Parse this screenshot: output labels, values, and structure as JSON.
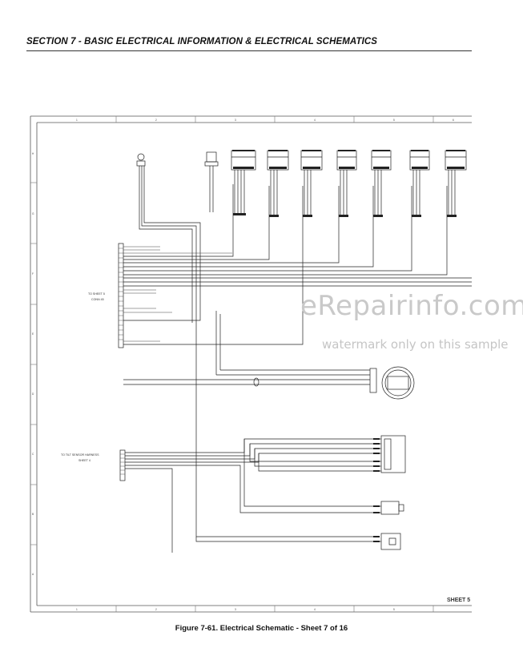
{
  "header": {
    "section_title": "SECTION 7 - BASIC ELECTRICAL INFORMATION & ELECTRICAL SCHEMATICS"
  },
  "schematic": {
    "column_labels": [
      "1",
      "2",
      "3",
      "4",
      "5",
      "6"
    ],
    "row_labels": [
      "H",
      "G",
      "F",
      "E",
      "D",
      "C",
      "B",
      "A"
    ],
    "left_connector_1_text": [
      "TO SHEET 5",
      "CONN 45"
    ],
    "left_connector_2_text": [
      "TO TILT SENSOR HARNESS",
      "SHEET 4"
    ],
    "sheet_label": "SHEET 5"
  },
  "watermark": {
    "main": "eRepairinfo.com",
    "sub": "watermark only on this sample"
  },
  "caption": "Figure 7-61.  Electrical Schematic - Sheet 7 of 16"
}
